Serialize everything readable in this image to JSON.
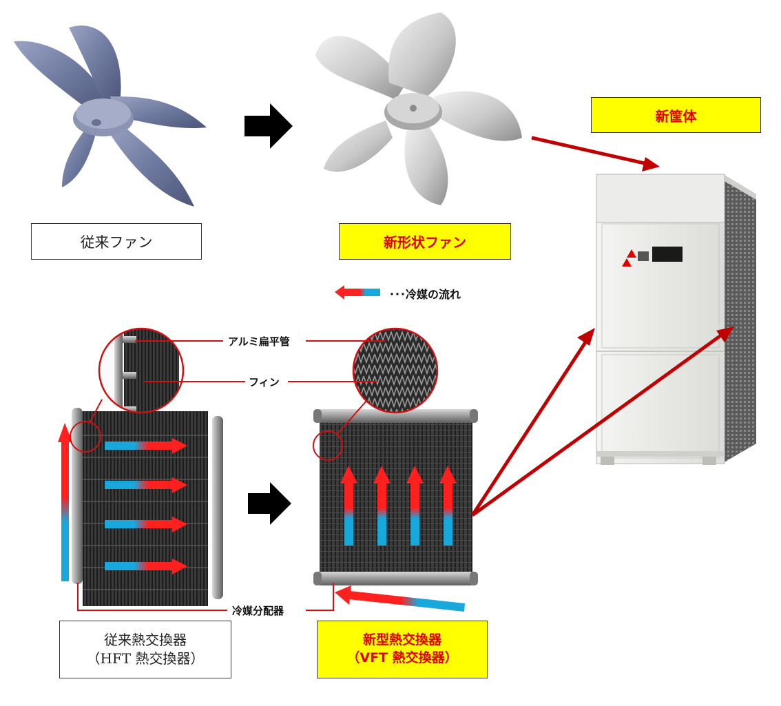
{
  "labels": {
    "old_fan": "従来ファン",
    "new_fan": "新形状ファン",
    "new_casing": "新筐体",
    "legend": "･･･冷媒の流れ",
    "aluminum_tube": "アルミ扁平管",
    "fin": "フィン",
    "distributor": "冷媒分配器",
    "old_hex_line1": "従来熱交換器",
    "old_hex_line2": "（HFT 熱交換器）",
    "new_hex_line1": "新型熱交換器",
    "new_hex_line2": "（VFT 熱交換器）"
  },
  "colors": {
    "accent_red": "#e00000",
    "arrow_red": "#c00000",
    "flow_red": "#ff2020",
    "flow_blue": "#1aa7dc",
    "highlight_yellow": "#ffff00"
  },
  "icons": [
    "old-fan-icon",
    "new-fan-icon",
    "outdoor-unit-icon",
    "black-right-arrow-icon",
    "heat-exchanger-icon",
    "magnifier-circle-icon"
  ]
}
